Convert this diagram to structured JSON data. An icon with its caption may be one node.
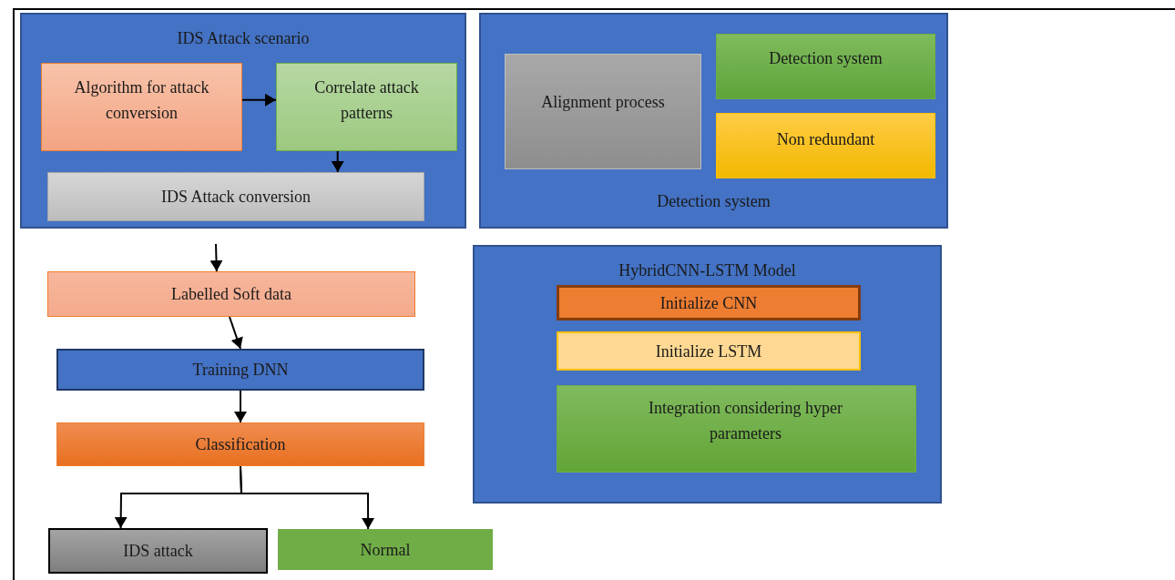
{
  "diagram": {
    "nodes": [
      {
        "text": [
          "IDS Attack scenario"
        ]
      },
      {
        "text": [
          "Algorithm for attack conversion"
        ],
        "in": 0
      },
      {
        "text": [
          "Correlate attack patterns"
        ],
        "in": 0
      },
      {
        "text": [
          "IDS Attack conversion"
        ],
        "in": 0
      },
      {
        "text": [
          "Detection system"
        ]
      },
      {
        "text": [
          "Alignment process"
        ],
        "in": 4
      },
      {
        "text": [
          "Detection system"
        ],
        "in": 4
      },
      {
        "text": [
          "Non redundant"
        ],
        "in": 4
      },
      {
        "text": [
          "Labelled Soft data"
        ]
      },
      {
        "text": [
          "Training DNN"
        ]
      },
      {
        "text": [
          "Classification"
        ]
      },
      {
        "text": [
          "IDS attack"
        ]
      },
      {
        "text": [
          "Normal"
        ]
      },
      {
        "text": [
          "HybridCNN-LSTM Model"
        ]
      },
      {
        "text": [
          "Initialize CNN"
        ],
        "in": 13
      },
      {
        "text": [
          "Initialize LSTM"
        ],
        "in": 13
      },
      {
        "text": [
          "Integration considering hyper parameters"
        ],
        "in": 13
      }
    ],
    "edges": [
      {
        "from": 1,
        "to": 2,
        "arrow": "to"
      },
      {
        "from": 2,
        "to": 3,
        "arrow": "to"
      },
      {
        "from": null,
        "to": 8,
        "arrow": "to"
      },
      {
        "from": 8,
        "to": 9,
        "arrow": "to"
      },
      {
        "from": 9,
        "to": 10,
        "arrow": "to"
      },
      {
        "from": 10,
        "to": 11,
        "arrow": "to"
      },
      {
        "from": 10,
        "to": 12,
        "arrow": "to"
      }
    ]
  }
}
